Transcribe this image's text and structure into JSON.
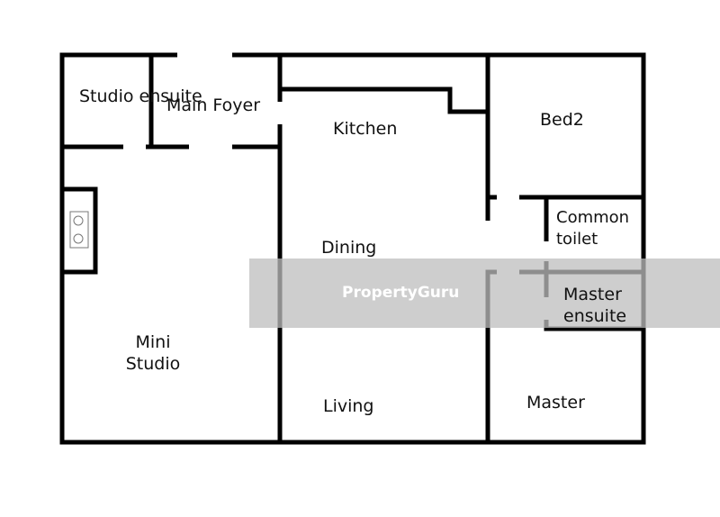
{
  "rooms": {
    "studio_ensuite": "Studio ensuite",
    "main_foyer": "Main Foyer",
    "kitchen": "Kitchen",
    "bed2": "Bed2",
    "common_toilet": "Common toilet",
    "dining": "Dining",
    "master_ensuite": "Master ensuite",
    "mini_studio": "Mini Studio",
    "living": "Living",
    "master": "Master"
  },
  "watermark": "PropertyGuru",
  "colors": {
    "wall": "#000000",
    "band": "#bebebe"
  }
}
